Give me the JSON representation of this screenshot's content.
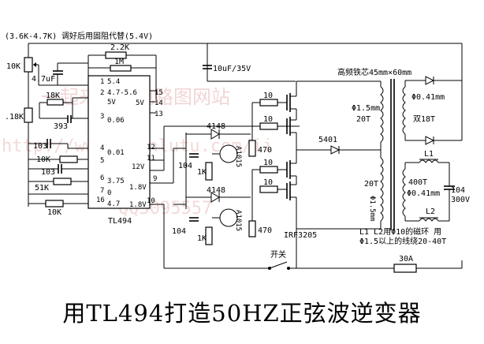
{
  "title": "用TL494打造50HZ正弦波逆变器",
  "watermarks": {
    "line1": "一起来分享电路图网站",
    "line2": "http://www.dianlutu.com/ii",
    "line3": "QQ5095557"
  },
  "notes": {
    "pot_range": "(3.6K-4.7K)",
    "pot_note": "调好后用固阻代替(5.4V)",
    "core_note": "高频铁芯45mm×60mm",
    "rings_note_1": "L1 L2用Φ10的磁环 用",
    "rings_note_2": "Φ1.5以上的线绕20-40T",
    "switch_label": "开关"
  },
  "ic": {
    "name": "TL494",
    "pins_left": [
      {
        "num": "1",
        "text": "5.4"
      },
      {
        "num": "2",
        "text": "4.7-5.6"
      },
      {
        "num": "",
        "text": "5V"
      },
      {
        "num": "3",
        "text": "0.06"
      },
      {
        "num": "4",
        "text": "0.01"
      },
      {
        "num": "5",
        "text": ""
      },
      {
        "num": "6",
        "text": "3.75"
      },
      {
        "num": "7",
        "text": "0"
      },
      {
        "num": "16",
        "text": "4.7"
      }
    ],
    "pins_right": [
      {
        "num": "15",
        "text": ""
      },
      {
        "num": "14",
        "text": "5V"
      },
      {
        "num": "13",
        "text": ""
      },
      {
        "num": "12",
        "text": ""
      },
      {
        "num": "11",
        "text": "12V"
      },
      {
        "num": "9",
        "text": "1.8V"
      },
      {
        "num": "10",
        "text": "1.8V"
      }
    ]
  },
  "components": {
    "r_10k_pot": "10K",
    "c_47uf": "4.7uF",
    "r_22k": "2.2K",
    "r_1m": "1M",
    "r_18k": "18K",
    "r_18k_left": ".18K",
    "c_393": "393",
    "c_103a": "103",
    "r_10k_a": "10K",
    "c_103b": "103",
    "r_51k": "51K",
    "r_10k_b": "10K",
    "c_10uf": "10uF/35V",
    "d_4148_top": "4148",
    "d_4148_bot": "4148",
    "c_104_top": "104",
    "c_104_bot": "104",
    "r_1k_top": "1K",
    "r_1k_bot": "1K",
    "q_a1015_top": "A1015",
    "q_a1015_bot": "A1015",
    "r_470_top": "470",
    "r_470_bot": "470",
    "r_10_1": "10",
    "r_10_2": "10",
    "r_10_3": "10",
    "r_10_4": "10",
    "d_5401": "5401",
    "mosfet": "IRF3205",
    "prim_top_wire": "Φ1.5mm",
    "prim_top_turns": "20T",
    "prim_bot_turns": "20T",
    "prim_bot_wire": "Φ1.5mm",
    "sec_wire": "Φ0.41mm",
    "sec_turns": "双18T",
    "out_turns": "400T",
    "out_wire": "Φ0.41mm",
    "c_out": "104",
    "c_out_v": "300V",
    "l1": "L1",
    "l2": "L2",
    "fuse": "30A"
  }
}
